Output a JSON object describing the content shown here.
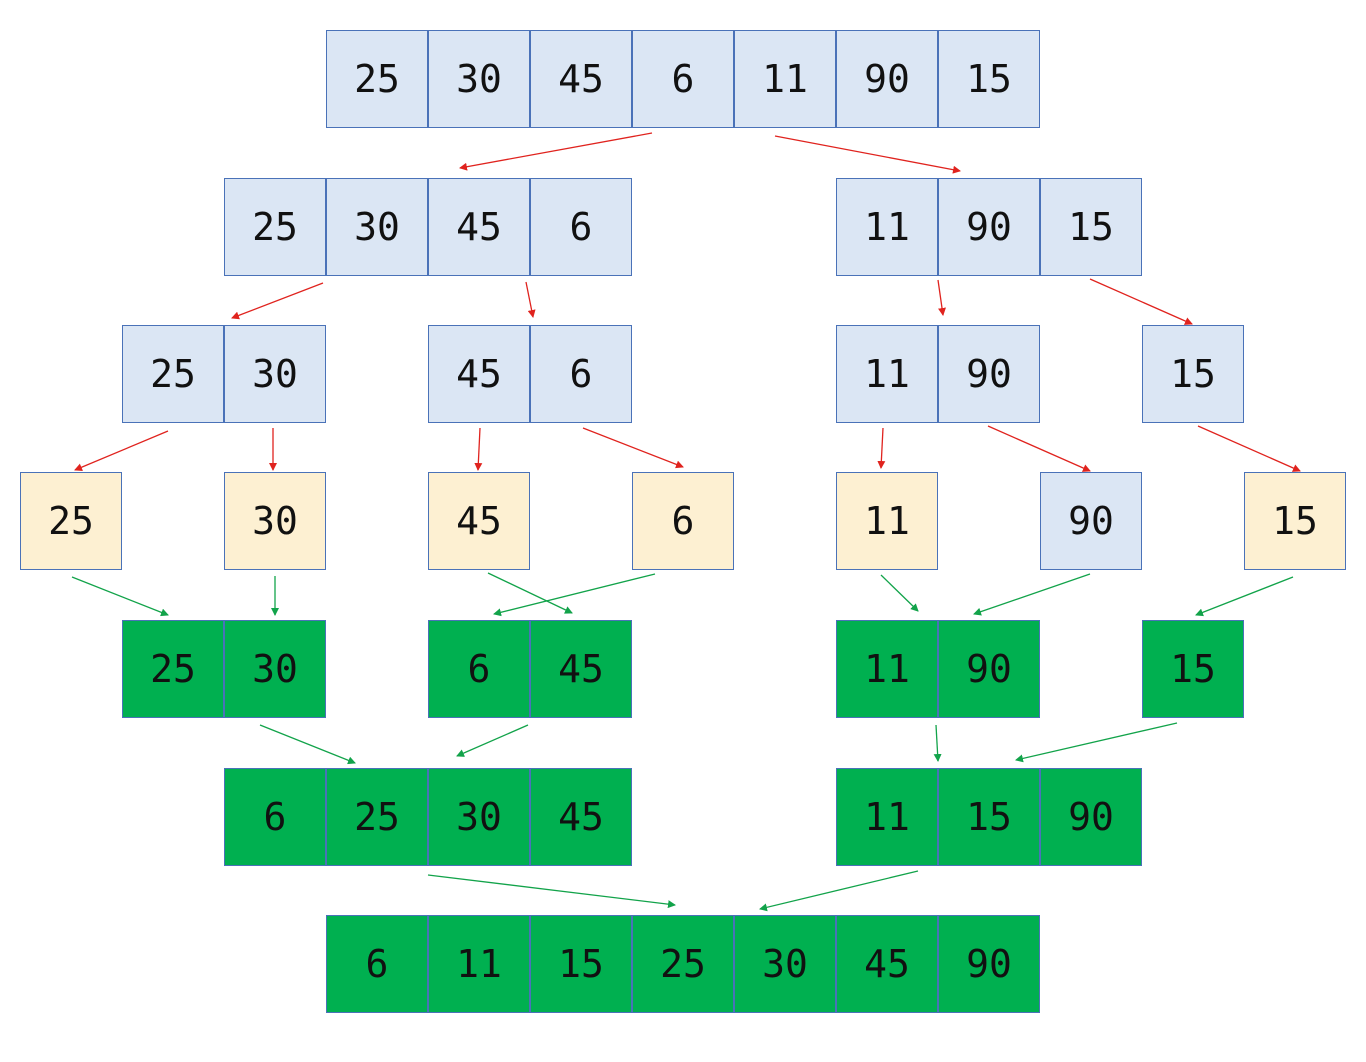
{
  "colors": {
    "split": "#dbe6f4",
    "leaf": "#fdf0d2",
    "merged": "#00b050",
    "border": "#4a72b8",
    "split_arrow": "#e0231e",
    "merge_arrow": "#12a34a"
  },
  "levels": [
    {
      "name": "input-array",
      "groups": [
        {
          "kind": "split",
          "values": [
            "25",
            "30",
            "45",
            "6",
            "11",
            "90",
            "15"
          ]
        }
      ]
    },
    {
      "name": "split-level-1",
      "groups": [
        {
          "kind": "split",
          "values": [
            "25",
            "30",
            "45",
            "6"
          ]
        },
        {
          "kind": "split",
          "values": [
            "11",
            "90",
            "15"
          ]
        }
      ]
    },
    {
      "name": "split-level-2",
      "groups": [
        {
          "kind": "split",
          "values": [
            "25",
            "30"
          ]
        },
        {
          "kind": "split",
          "values": [
            "45",
            "6"
          ]
        },
        {
          "kind": "split",
          "values": [
            "11",
            "90"
          ]
        },
        {
          "kind": "split",
          "values": [
            "15"
          ]
        }
      ]
    },
    {
      "name": "single-elements",
      "groups": [
        {
          "kind": "leaf",
          "values": [
            "25"
          ]
        },
        {
          "kind": "leaf",
          "values": [
            "30"
          ]
        },
        {
          "kind": "leaf",
          "values": [
            "45"
          ]
        },
        {
          "kind": "leaf",
          "values": [
            "6"
          ]
        },
        {
          "kind": "leaf",
          "values": [
            "11"
          ]
        },
        {
          "kind": "split",
          "values": [
            "90"
          ]
        },
        {
          "kind": "leaf",
          "values": [
            "15"
          ]
        }
      ]
    },
    {
      "name": "merge-level-1",
      "groups": [
        {
          "kind": "merged",
          "values": [
            "25",
            "30"
          ]
        },
        {
          "kind": "merged",
          "values": [
            "6",
            "45"
          ]
        },
        {
          "kind": "merged",
          "values": [
            "11",
            "90"
          ]
        },
        {
          "kind": "merged",
          "values": [
            "15"
          ]
        }
      ]
    },
    {
      "name": "merge-level-2",
      "groups": [
        {
          "kind": "merged",
          "values": [
            "6",
            "25",
            "30",
            "45"
          ]
        },
        {
          "kind": "merged",
          "values": [
            "11",
            "15",
            "90"
          ]
        }
      ]
    },
    {
      "name": "sorted-array",
      "groups": [
        {
          "kind": "merged",
          "values": [
            "6",
            "11",
            "15",
            "25",
            "30",
            "45",
            "90"
          ]
        }
      ]
    }
  ]
}
